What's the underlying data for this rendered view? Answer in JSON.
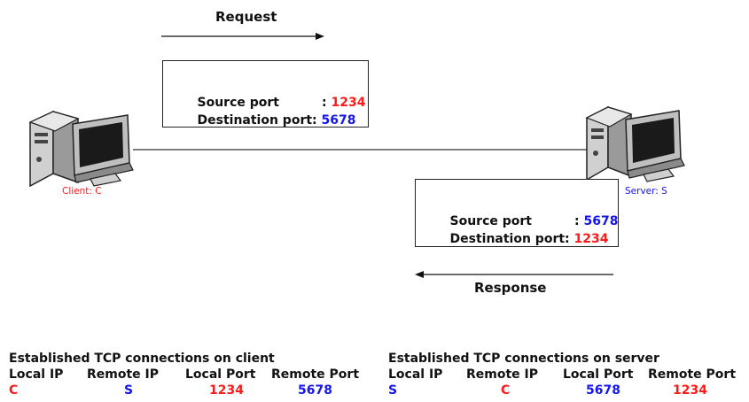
{
  "request_label": "Request",
  "response_label": "Response",
  "client_label": "Client: C",
  "server_label": "Server: S",
  "request_box": {
    "source_label": "Source port",
    "source_sep": ": ",
    "source_value": "1234",
    "dest_label": "Destination port: ",
    "dest_value": "5678"
  },
  "response_box": {
    "source_label": "Source port",
    "source_sep": ": ",
    "source_value": "5678",
    "dest_label": "Destination port: ",
    "dest_value": "1234"
  },
  "client_table": {
    "title": "Established TCP connections on client",
    "headers": [
      "Local IP",
      "Remote IP",
      "Local Port",
      "Remote Port"
    ],
    "row": [
      "C",
      "S",
      "1234",
      "5678"
    ]
  },
  "server_table": {
    "title": "Established TCP connections on server",
    "headers": [
      "Local IP",
      "Remote IP",
      "Local Port",
      "Remote Port"
    ],
    "row": [
      "S",
      "C",
      "5678",
      "1234"
    ]
  },
  "colors": {
    "red": "#ff1a1a",
    "blue": "#1515ee"
  }
}
